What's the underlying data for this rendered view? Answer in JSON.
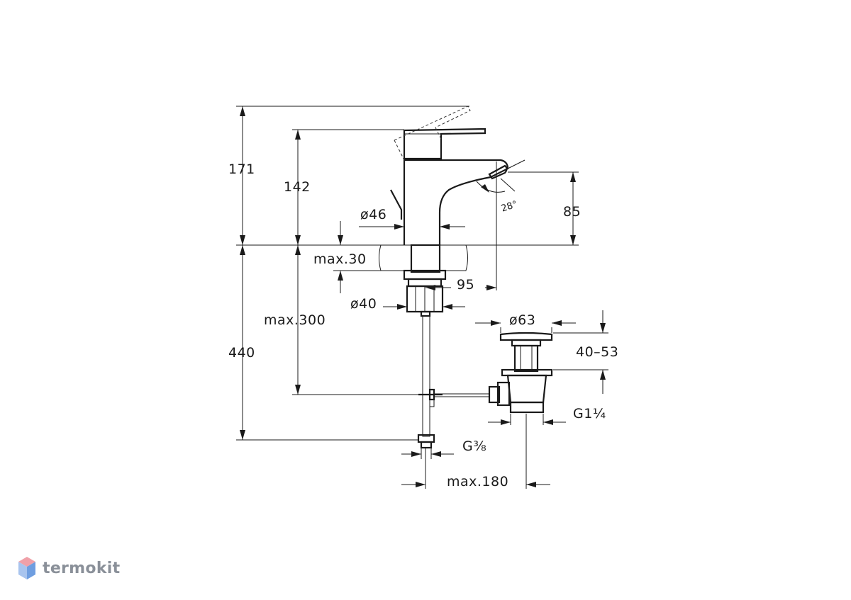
{
  "dimensions": {
    "total_height": "171",
    "height_142": "142",
    "spout_height": "85",
    "body_diameter": "ø46",
    "spout_angle": "28°",
    "deck_thickness": "max.30",
    "spout_reach": "95",
    "shank_diameter": "ø40",
    "hose_max": "max.300",
    "below_deck": "440",
    "waste_diameter": "ø63",
    "waste_range": "40–53",
    "waste_thread": "G1¼",
    "hose_thread": "G⅜",
    "rod_max": "max.180"
  },
  "watermark": {
    "brand": "termokit",
    "colors": {
      "top": "#f0a0a8",
      "left": "#a8c4ee",
      "right": "#6f9ee0"
    }
  }
}
